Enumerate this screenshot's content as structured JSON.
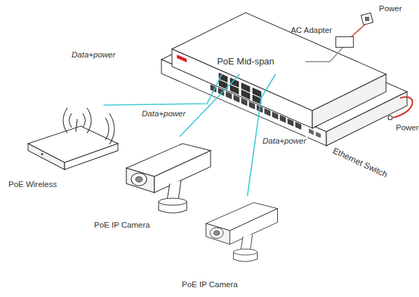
{
  "diagram": {
    "nodes": [
      {
        "text": [
          "AC Adapter"
        ]
      },
      {
        "text": [
          "PoE Mid-span"
        ]
      },
      {
        "text": [
          "Ethernet Switch"
        ]
      },
      {
        "text": [
          "PoE Wireless"
        ]
      },
      {
        "text": [
          "PoE IP Camera"
        ]
      },
      {
        "text": [
          "PoE IP Camera"
        ]
      }
    ],
    "edges": [
      {
        "from": 1,
        "to": 3,
        "label": "Data+power",
        "arrow": "none"
      },
      {
        "from": 1,
        "to": 4,
        "label": "Data+power",
        "arrow": "none"
      },
      {
        "from": 1,
        "to": 5,
        "label": "Data+power",
        "arrow": "none"
      },
      {
        "from": 0,
        "to": 1,
        "arrow": "none"
      }
    ],
    "labels": [
      "Power",
      "Power"
    ]
  }
}
